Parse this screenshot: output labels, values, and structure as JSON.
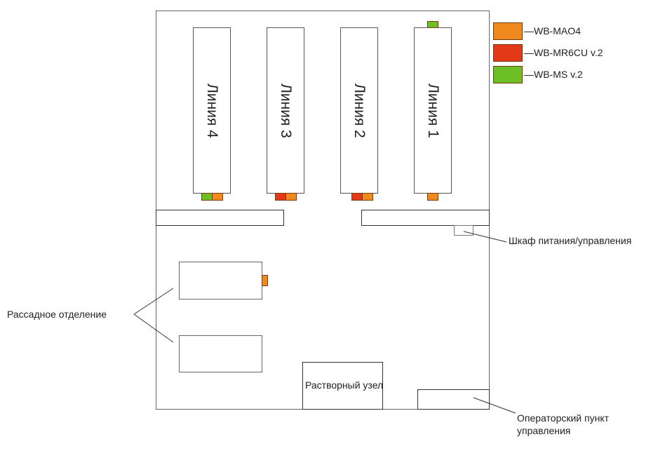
{
  "colors": {
    "mao4": "#f08a1e",
    "mr6cu": "#e23a18",
    "ms": "#6cbf24"
  },
  "legend": [
    {
      "key": "mao4",
      "label": "—WB-MAO4"
    },
    {
      "key": "mr6cu",
      "label": "—WB-MR6CU v.2"
    },
    {
      "key": "ms",
      "label": "—WB-MS v.2"
    }
  ],
  "lines": [
    {
      "label": "Линия 4",
      "modules_bottom": [
        "ms",
        "mao4"
      ],
      "modules_top": []
    },
    {
      "label": "Линия 3",
      "modules_bottom": [
        "mr6cu",
        "mao4"
      ],
      "modules_top": []
    },
    {
      "label": "Линия 2",
      "modules_bottom": [
        "mr6cu",
        "mao4"
      ],
      "modules_top": []
    },
    {
      "label": "Линия 1",
      "modules_bottom": [
        "mao4"
      ],
      "modules_top": [
        "ms"
      ]
    }
  ],
  "labels": {
    "power_cabinet": "Шкаф питания/управления",
    "seedling": "Рассадное отделение",
    "solution_node": "Растворный узел",
    "operator_line1": "Операторский пункт",
    "operator_line2": "управления"
  }
}
